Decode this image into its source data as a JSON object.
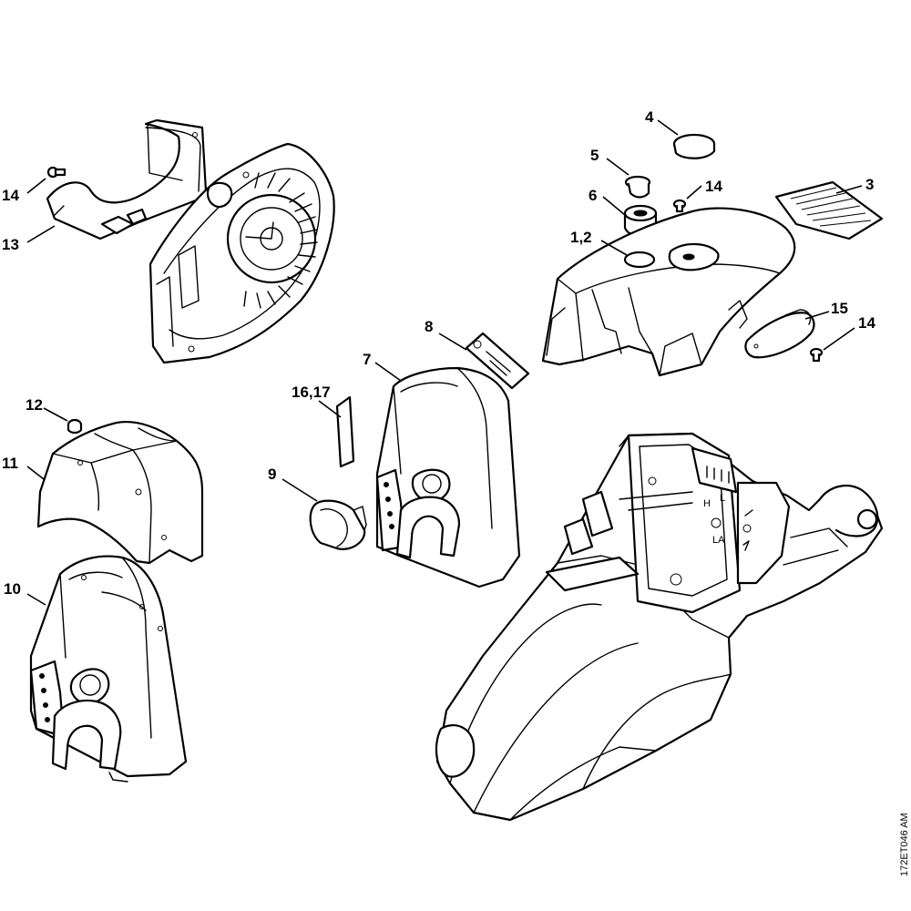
{
  "diagram": {
    "reference_code": "172ET046 AM",
    "callouts": [
      {
        "id": "c14a",
        "label": "14"
      },
      {
        "id": "c13",
        "label": "13"
      },
      {
        "id": "c4",
        "label": "4"
      },
      {
        "id": "c5",
        "label": "5"
      },
      {
        "id": "c14b",
        "label": "14"
      },
      {
        "id": "c3",
        "label": "3"
      },
      {
        "id": "c6",
        "label": "6"
      },
      {
        "id": "c12",
        "label": "1,2"
      },
      {
        "id": "c8",
        "label": "8"
      },
      {
        "id": "c15",
        "label": "15"
      },
      {
        "id": "c14c",
        "label": "14"
      },
      {
        "id": "c7",
        "label": "7"
      },
      {
        "id": "c1617",
        "label": "16,17"
      },
      {
        "id": "c12nut",
        "label": "12"
      },
      {
        "id": "c11",
        "label": "11"
      },
      {
        "id": "c9",
        "label": "9"
      },
      {
        "id": "c10",
        "label": "10"
      }
    ],
    "housing_marks": {
      "h": "H",
      "l": "L",
      "la": "LA"
    }
  }
}
